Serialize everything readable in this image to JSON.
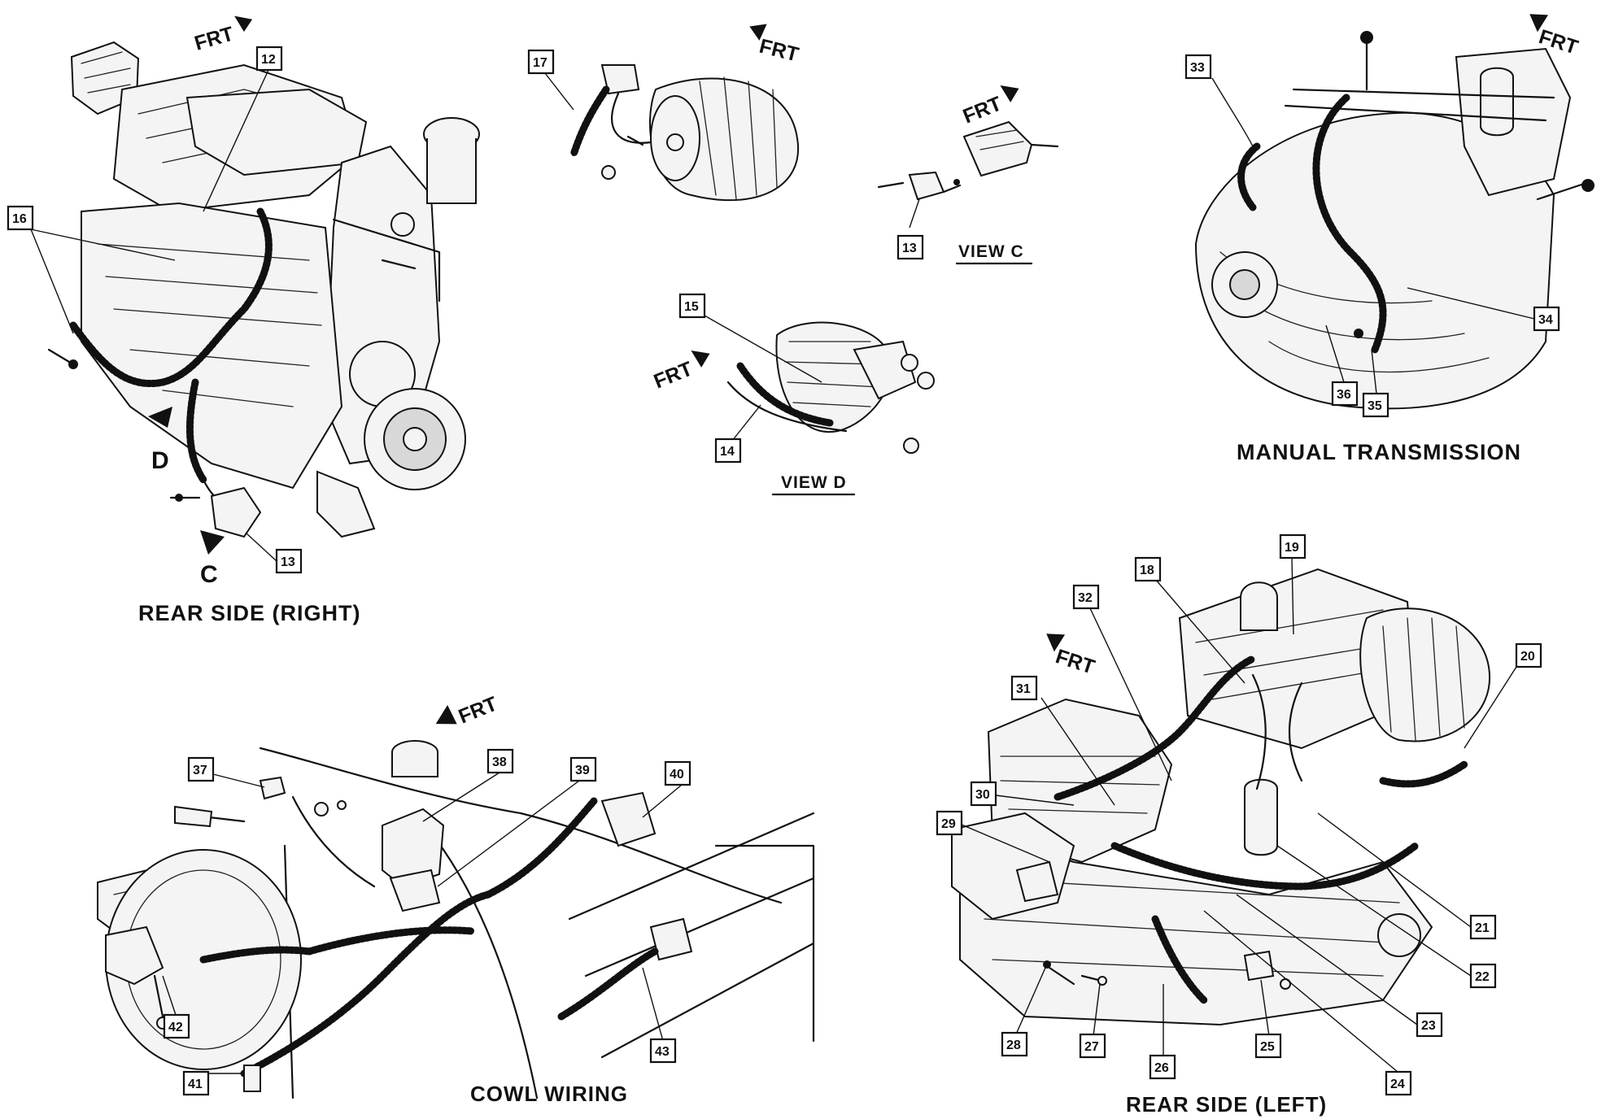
{
  "colors": {
    "ink": "#111111",
    "paper": "#ffffff"
  },
  "labels": {
    "frt": "FRT",
    "view_letter_c": "C",
    "view_letter_d": "D"
  },
  "views": {
    "rear_right": {
      "caption": "REAR SIDE (RIGHT)"
    },
    "view_c": {
      "caption": "VIEW C"
    },
    "view_d": {
      "caption": "VIEW D"
    },
    "manual_trans": {
      "caption": "MANUAL TRANSMISSION"
    },
    "cowl": {
      "caption": "COWL WIRING"
    },
    "rear_left": {
      "caption": "REAR SIDE (LEFT)"
    }
  },
  "callouts": [
    "12",
    "13",
    "13",
    "14",
    "15",
    "16",
    "17",
    "18",
    "19",
    "20",
    "21",
    "22",
    "23",
    "24",
    "25",
    "26",
    "27",
    "28",
    "29",
    "30",
    "31",
    "32",
    "33",
    "34",
    "35",
    "36",
    "37",
    "38",
    "39",
    "40",
    "41",
    "42",
    "43"
  ]
}
